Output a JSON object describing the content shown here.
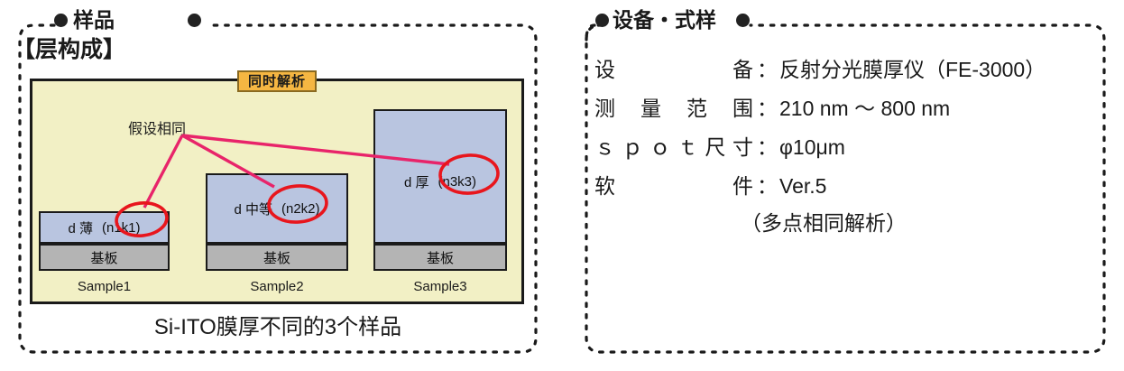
{
  "left": {
    "title": "样品",
    "subtitle": "【层构成】",
    "badge": "同时解析",
    "assume_label": "假设相同",
    "caption": "Si-ITO膜厚不同的3个样品",
    "substrate_label": "基板",
    "samples": [
      {
        "name": "Sample1",
        "d_label": "d 薄",
        "nk_label": "(n1k1)"
      },
      {
        "name": "Sample2",
        "d_label": "d 中等",
        "nk_label": "(n2k2)"
      },
      {
        "name": "Sample3",
        "d_label": "d 厚",
        "nk_label": "(n3k3)"
      }
    ]
  },
  "right": {
    "title": "设备・式样",
    "rows": [
      {
        "label": "设备",
        "colon": "：",
        "value": "反射分光膜厚仪（FE-3000）"
      },
      {
        "label": "测量范围",
        "colon": "：",
        "value": "210 nm ～ 800 nm"
      },
      {
        "label": "ｓｐｏｔ尺寸",
        "colon": "：",
        "value": "φ10μm"
      },
      {
        "label": "软件",
        "colon": "：",
        "value": "Ver.5"
      }
    ],
    "note": "（多点相同解析）"
  },
  "colors": {
    "panel_border": "#1a1a1a",
    "yellow_bg": "#f2f0c5",
    "badge_bg": "#f5b642",
    "badge_border": "#8a6a20",
    "film": "#b9c5e0",
    "substrate": "#b4b4b4",
    "annotation_pink": "#e8246a",
    "circle_red": "#e8161d",
    "text": "#1a1a1a"
  }
}
